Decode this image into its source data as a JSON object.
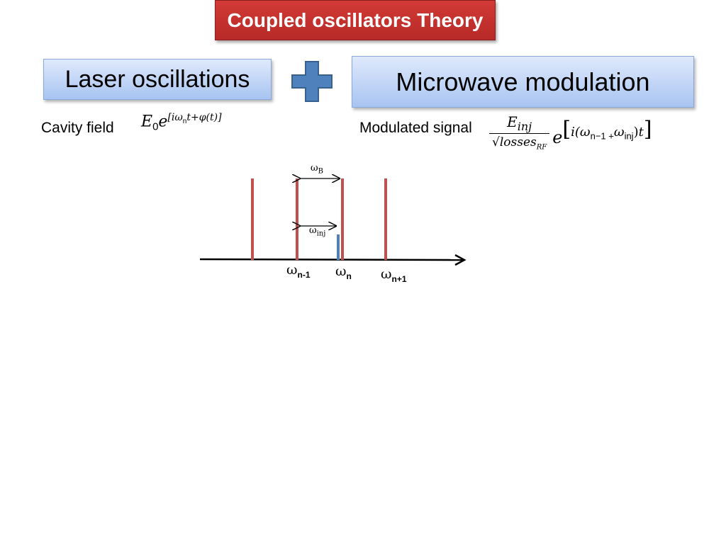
{
  "title": "Coupled oscillators Theory",
  "boxes": {
    "laser": "Laser oscillations",
    "microwave": "Microwave modulation"
  },
  "labels": {
    "cavity_field": "Cavity field",
    "modulated_signal": "Modulated signal"
  },
  "equations": {
    "cavity": {
      "base": "E",
      "base_sub": "0",
      "e": "e",
      "exponent": "[iω",
      "exponent_sub": "n",
      "exponent_rest": "t+φ(t)]"
    },
    "modulated": {
      "numerator": "E",
      "numerator_sub": "inj",
      "denominator": "√losses",
      "denominator_sub": "RF",
      "e": "e",
      "open": "[",
      "exp_a": "i(ω",
      "exp_a_sub": "n−1 +",
      "exp_b": "ω",
      "exp_b_sub": "inj",
      "exp_close": ")",
      "exp_t": "t",
      "close": "]"
    }
  },
  "diagram": {
    "omega_B": {
      "symbol": "ω",
      "sub": "B"
    },
    "omega_inj": {
      "symbol": "ω",
      "sub": "inj"
    },
    "axis_labels": [
      {
        "symbol": "ω",
        "sub": "n-1"
      },
      {
        "symbol": "ω",
        "sub": "n"
      },
      {
        "symbol": "ω",
        "sub": "n+1"
      }
    ],
    "colors": {
      "mode_line": "#c0504d",
      "injection_line": "#4f81bd",
      "plus": "#4f81bd"
    }
  }
}
